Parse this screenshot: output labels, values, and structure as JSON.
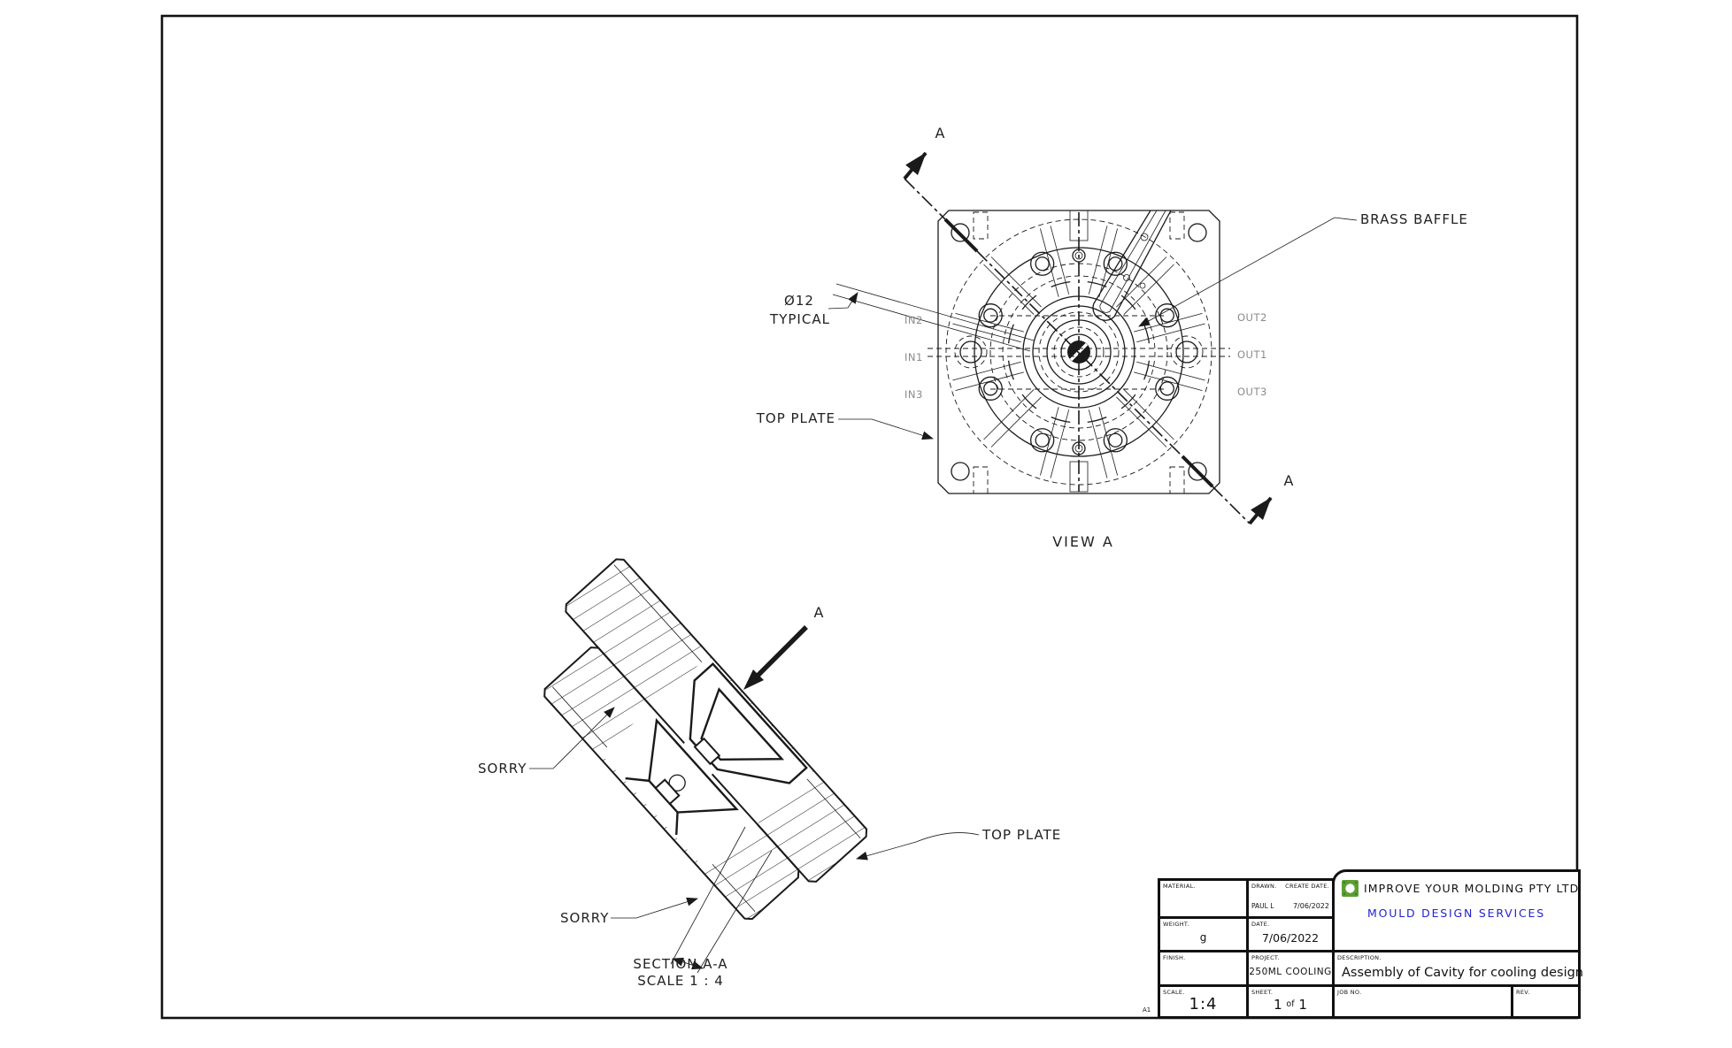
{
  "sheet": {
    "size_marker": "A1"
  },
  "colors": {
    "line": "#1a1a1a",
    "gray_label": "#8a8a8a",
    "tagline_blue": "#2323cc",
    "logo_green": "#5c9e33"
  },
  "top_view": {
    "caption": "VIEW A",
    "section_arrow_label_top": "A",
    "section_arrow_label_bottom": "A",
    "note_diameter": "Ø12",
    "note_typical": "TYPICAL",
    "label_brass_baffle": "BRASS BAFFLE",
    "label_top_plate": "TOP PLATE",
    "port_in1": "IN1",
    "port_in2": "IN2",
    "port_in3": "IN3",
    "port_out1": "OUT1",
    "port_out2": "OUT2",
    "port_out3": "OUT3"
  },
  "section_view": {
    "caption_title": "SECTION A-A",
    "caption_scale": "SCALE 1 : 4",
    "view_arrow_label": "A",
    "label_sorry_upper": "SORRY",
    "label_sorry_lower": "SORRY",
    "label_top_plate": "TOP PLATE"
  },
  "title_block": {
    "company_name": "IMPROVE YOUR MOLDING PTY LTD",
    "tagline": "MOULD DESIGN SERVICES",
    "material_label": "MATERIAL.",
    "material_value": "",
    "drawn_label": "DRAWN.",
    "drawn_value": "PAUL L",
    "create_date_label": "CREATE DATE.",
    "create_date_value": "7/06/2022",
    "weight_label": "WEIGHT.",
    "weight_value": "g",
    "date_label": "DATE.",
    "date_value": "7/06/2022",
    "finish_label": "FINISH.",
    "finish_value": "",
    "project_label": "PROJECT.",
    "project_value": "250ML COOLING",
    "scale_label": "SCALE.",
    "scale_value": "1:4",
    "sheet_label": "SHEET.",
    "sheet_page": "1",
    "sheet_of": "of",
    "sheet_total": "1",
    "description_label": "DESCRIPTION.",
    "description_value": "Assembly of Cavity for cooling design",
    "job_no_label": "JOB NO.",
    "job_no_value": "",
    "rev_label": "REV.",
    "rev_value": ""
  }
}
